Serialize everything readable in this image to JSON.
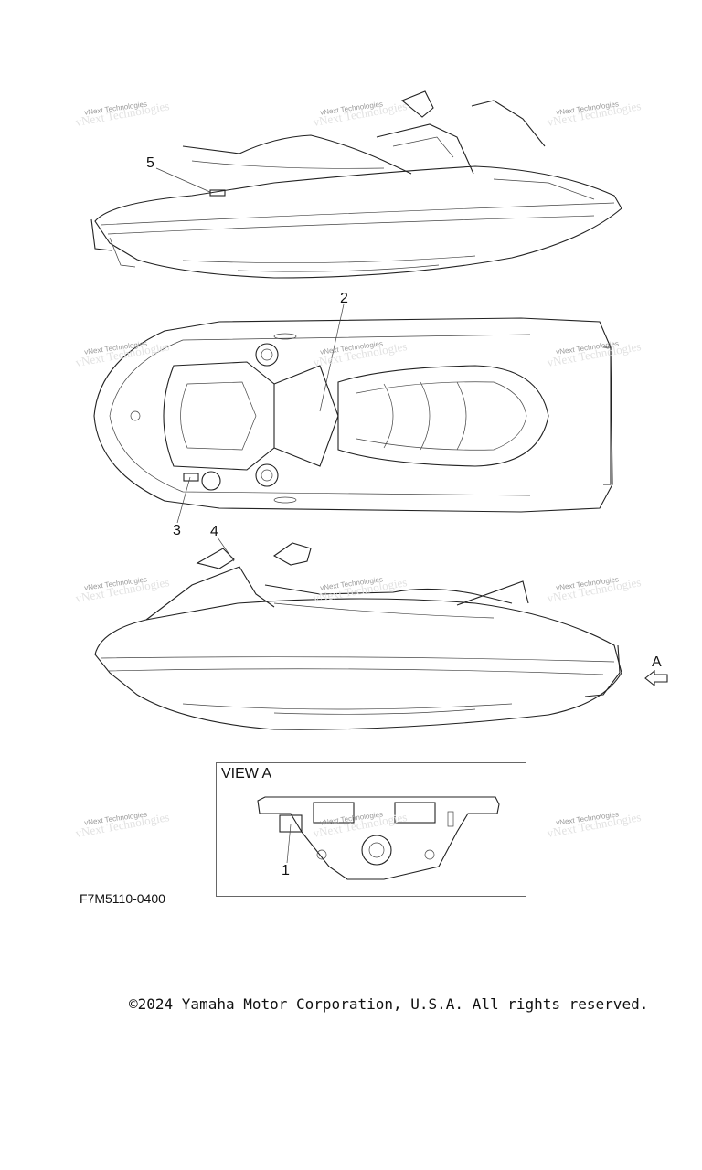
{
  "watermark": {
    "text": "vNext Technologies"
  },
  "callouts": {
    "c1": "1",
    "c2": "2",
    "c3": "3",
    "c4": "4",
    "c5": "5",
    "view_arrow": "A"
  },
  "view_a": {
    "title": "VIEW A"
  },
  "part_code": "F7M5110-0400",
  "copyright": "©2024 Yamaha Motor Corporation, U.S.A. All rights reserved."
}
